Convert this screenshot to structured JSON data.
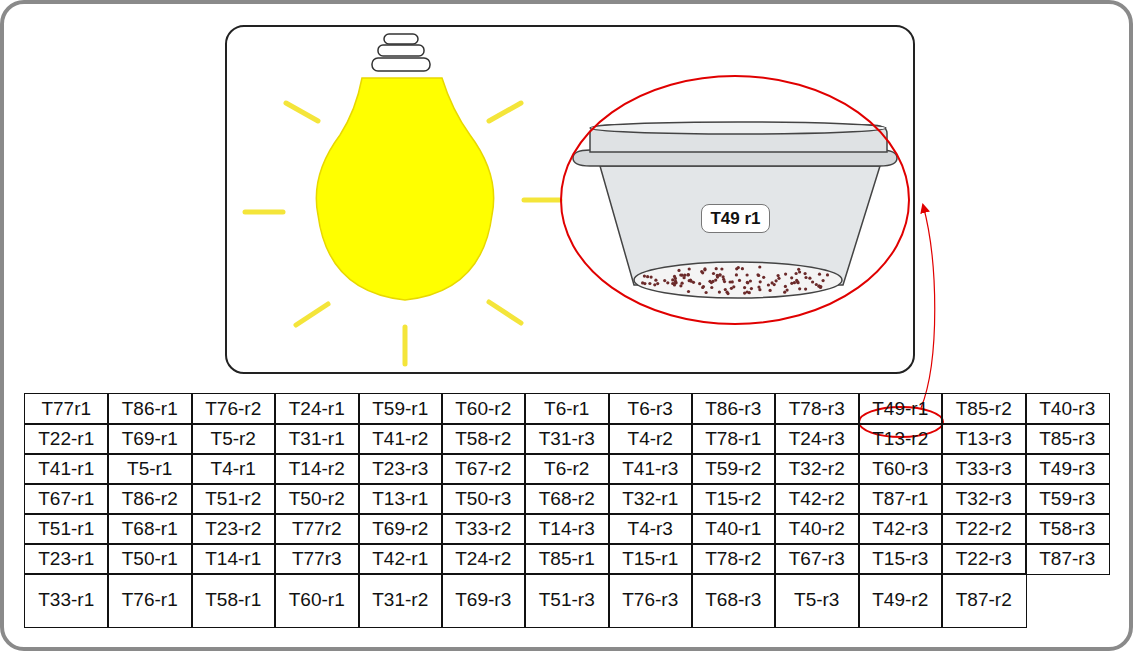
{
  "diagram": {
    "nodes": [
      {
        "text": [
          "T49 r1"
        ]
      }
    ],
    "labels": [
      "T77r1",
      "T86-r1",
      "T76-r2",
      "T24-r1",
      "T59-r1",
      "T60-r2",
      "T6-r1",
      "T6-r3",
      "T86-r3",
      "T78-r3",
      "T49-r1",
      "T85-r2",
      "T40-r3",
      "T22-r1",
      "T69-r1",
      "T5-r2",
      "T31-r1",
      "T41-r2",
      "T58-r2",
      "T31-r3",
      "T4-r2",
      "T78-r1",
      "T24-r3",
      "T13-r2",
      "T13-r3",
      "T85-r3",
      "T41-r1",
      "T5-r1",
      "T4-r1",
      "T14-r2",
      "T23-r3",
      "T67-r2",
      "T6-r2",
      "T41-r3",
      "T59-r2",
      "T32-r2",
      "T60-r3",
      "T33-r3",
      "T49-r3",
      "T67-r1",
      "T86-r2",
      "T51-r2",
      "T50-r2",
      "T13-r1",
      "T50-r3",
      "T68-r2",
      "T32-r1",
      "T15-r2",
      "T42-r2",
      "T87-r1",
      "T32-r3",
      "T59-r3",
      "T51-r1",
      "T68-r1",
      "T23-r2",
      "T77r2",
      "T69-r2",
      "T33-r2",
      "T14-r3",
      "T4-r3",
      "T40-r1",
      "T40-r2",
      "T42-r3",
      "T22-r2",
      "T58-r3",
      "T23-r1",
      "T50-r1",
      "T14-r1",
      "T77r3",
      "T42-r1",
      "T24-r2",
      "T85-r1",
      "T15-r1",
      "T78-r2",
      "T67-r3",
      "T15-r3",
      "T22-r3",
      "T87-r3",
      "T33-r1",
      "T76-r1",
      "T58-r1",
      "T60-r1",
      "T31-r2",
      "T69-r3",
      "T51-r3",
      "T76-r3",
      "T68-r3",
      "T5-r3",
      "T49-r2",
      "T87-r2"
    ]
  }
}
